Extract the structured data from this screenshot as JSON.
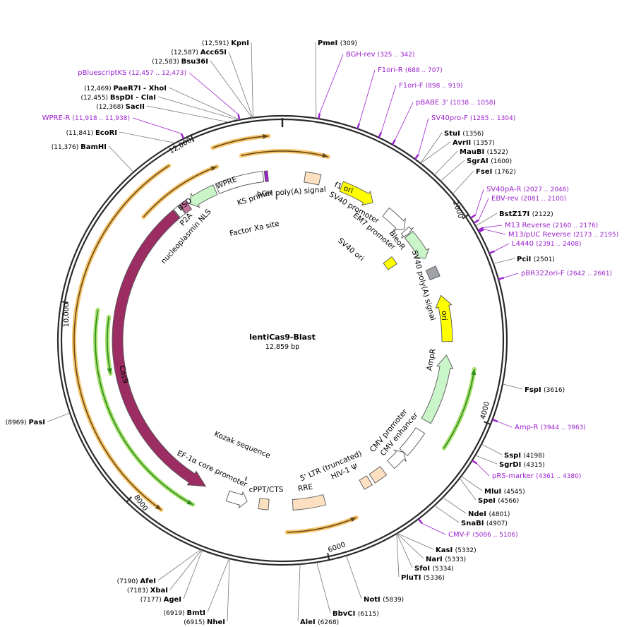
{
  "plasmid": {
    "name": "lentiCas9-Blast",
    "length_label": "12,859 bp",
    "total_bp": 12859
  },
  "colors": {
    "primer": "#9b22cc",
    "cas9": "#9b2d63",
    "orf_outline": "#f5c56a",
    "orf_core": "#6b4a1a",
    "green_outline": "#a9e06e",
    "green_core": "#2e8b1f",
    "promoter_fill": "#ffffff",
    "ltr_fill": "#fde0c2",
    "marker_fill": "#c9f5c9",
    "ori_fill": "#ffff00",
    "misc_gray": "#a0a4a8"
  },
  "ticks": [
    {
      "bp": 2000,
      "label": "2000"
    },
    {
      "bp": 4000,
      "label": "4000"
    },
    {
      "bp": 6000,
      "label": "6000"
    },
    {
      "bp": 8000,
      "label": "8000"
    },
    {
      "bp": 10000,
      "label": "10,000"
    },
    {
      "bp": 12000,
      "label": "12,000"
    }
  ],
  "sites": [
    {
      "name": "PmeI",
      "pos": "(309)",
      "bp": 309
    },
    {
      "name": "StuI",
      "pos": "(1356)",
      "bp": 1356
    },
    {
      "name": "AvrII",
      "pos": "(1357)",
      "bp": 1357
    },
    {
      "name": "MauBI",
      "pos": "(1522)",
      "bp": 1522
    },
    {
      "name": "SgrAI",
      "pos": "(1600)",
      "bp": 1600
    },
    {
      "name": "FseI",
      "pos": "(1762)",
      "bp": 1762
    },
    {
      "name": "BstZ17I",
      "pos": "(2122)",
      "bp": 2122
    },
    {
      "name": "PciI",
      "pos": "(2501)",
      "bp": 2501
    },
    {
      "name": "FspI",
      "pos": "(3616)",
      "bp": 3616
    },
    {
      "name": "SspI",
      "pos": "(4198)",
      "bp": 4198
    },
    {
      "name": "SgrDI",
      "pos": "(4315)",
      "bp": 4315
    },
    {
      "name": "MluI",
      "pos": "(4545)",
      "bp": 4545
    },
    {
      "name": "SpeI",
      "pos": "(4566)",
      "bp": 4566
    },
    {
      "name": "NdeI",
      "pos": "(4801)",
      "bp": 4801
    },
    {
      "name": "SnaBI",
      "pos": "(4907)",
      "bp": 4907
    },
    {
      "name": "KasI",
      "pos": "(5332)",
      "bp": 5332
    },
    {
      "name": "NarI",
      "pos": "(5333)",
      "bp": 5333
    },
    {
      "name": "SfoI",
      "pos": "(5334)",
      "bp": 5334
    },
    {
      "name": "PluTI",
      "pos": "(5336)",
      "bp": 5336
    },
    {
      "name": "NotI",
      "pos": "(5839)",
      "bp": 5839
    },
    {
      "name": "BbvCI",
      "pos": "(6115)",
      "bp": 6115
    },
    {
      "name": "AleI",
      "pos": "(6268)",
      "bp": 6268
    },
    {
      "name": "NheI",
      "pos": "(6915)",
      "bp": 6915
    },
    {
      "name": "BmtI",
      "pos": "(6919)",
      "bp": 6919
    },
    {
      "name": "AgeI",
      "pos": "(7177)",
      "bp": 7177
    },
    {
      "name": "XbaI",
      "pos": "(7183)",
      "bp": 7183
    },
    {
      "name": "AfeI",
      "pos": "(7190)",
      "bp": 7190
    },
    {
      "name": "PasI",
      "pos": "(8969)",
      "bp": 8969
    },
    {
      "name": "BamHI",
      "pos": "(11,376)",
      "bp": 11376
    },
    {
      "name": "EcoRI",
      "pos": "(11,841)",
      "bp": 11841
    },
    {
      "name": "SacII",
      "pos": "(12,368)",
      "bp": 12368
    },
    {
      "name": "BspDI - ClaI",
      "pos": "(12,455)",
      "bp": 12455
    },
    {
      "name": "PaeR7I - XhoI",
      "pos": "(12,469)",
      "bp": 12469
    },
    {
      "name": "Bsu36I",
      "pos": "(12,583)",
      "bp": 12583
    },
    {
      "name": "Acc65I",
      "pos": "(12,587)",
      "bp": 12587
    },
    {
      "name": "KpnI",
      "pos": "(12,591)",
      "bp": 12591
    }
  ],
  "primers": [
    {
      "name": "BGH-rev",
      "pos": "(325 .. 342)",
      "bp": 333
    },
    {
      "name": "F1ori-R",
      "pos": "(688 .. 707)",
      "bp": 697
    },
    {
      "name": "F1ori-F",
      "pos": "(898 .. 919)",
      "bp": 908
    },
    {
      "name": "pBABE 3'",
      "pos": "(1038 .. 1058)",
      "bp": 1048
    },
    {
      "name": "SV40pro-F",
      "pos": "(1285 .. 1304)",
      "bp": 1294
    },
    {
      "name": "SV40pA-R",
      "pos": "(2027 .. 2046)",
      "bp": 2036
    },
    {
      "name": "EBV-rev",
      "pos": "(2081 .. 2100)",
      "bp": 2090
    },
    {
      "name": "M13 Reverse",
      "pos": "(2160 .. 2176)",
      "bp": 2168
    },
    {
      "name": "M13/pUC Reverse",
      "pos": "(2173 .. 2195)",
      "bp": 2184
    },
    {
      "name": "L4440",
      "pos": "(2391 .. 2408)",
      "bp": 2400
    },
    {
      "name": "pBR322ori-F",
      "pos": "(2642 .. 2661)",
      "bp": 2651
    },
    {
      "name": "Amp-R",
      "pos": "(3944 .. 3963)",
      "bp": 3953
    },
    {
      "name": "pRS-marker",
      "pos": "(4361 .. 4380)",
      "bp": 4370
    },
    {
      "name": "CMV-F",
      "pos": "(5086 .. 5106)",
      "bp": 5096
    },
    {
      "name": "WPRE-R",
      "pos": "(11,918 .. 11,938)",
      "bp": 11928
    },
    {
      "name": "pBluescriptKS",
      "pos": "(12,457 .. 12,473)",
      "bp": 12465
    }
  ],
  "features": [
    {
      "name": "bGH poly(A) signal"
    },
    {
      "name": "f1 ori"
    },
    {
      "name": "SV40 promoter"
    },
    {
      "name": "EM7 promoter"
    },
    {
      "name": "BleoR"
    },
    {
      "name": "SV40 ori"
    },
    {
      "name": "SV40 poly(A) signal"
    },
    {
      "name": "ori"
    },
    {
      "name": "AmpR"
    },
    {
      "name": "CMV promoter"
    },
    {
      "name": "CMV enhancer"
    },
    {
      "name": "5' LTR (truncated)"
    },
    {
      "name": "HIV-1 Ψ"
    },
    {
      "name": "RRE"
    },
    {
      "name": "cPPT/CTS"
    },
    {
      "name": "EF-1α core promoter"
    },
    {
      "name": "Kozak sequence"
    },
    {
      "name": "Cas9"
    },
    {
      "name": "nucleoplasmin NLS"
    },
    {
      "name": "P2A"
    },
    {
      "name": "BSD"
    },
    {
      "name": "WPRE"
    },
    {
      "name": "KS primer"
    },
    {
      "name": "Factor Xa site"
    }
  ]
}
